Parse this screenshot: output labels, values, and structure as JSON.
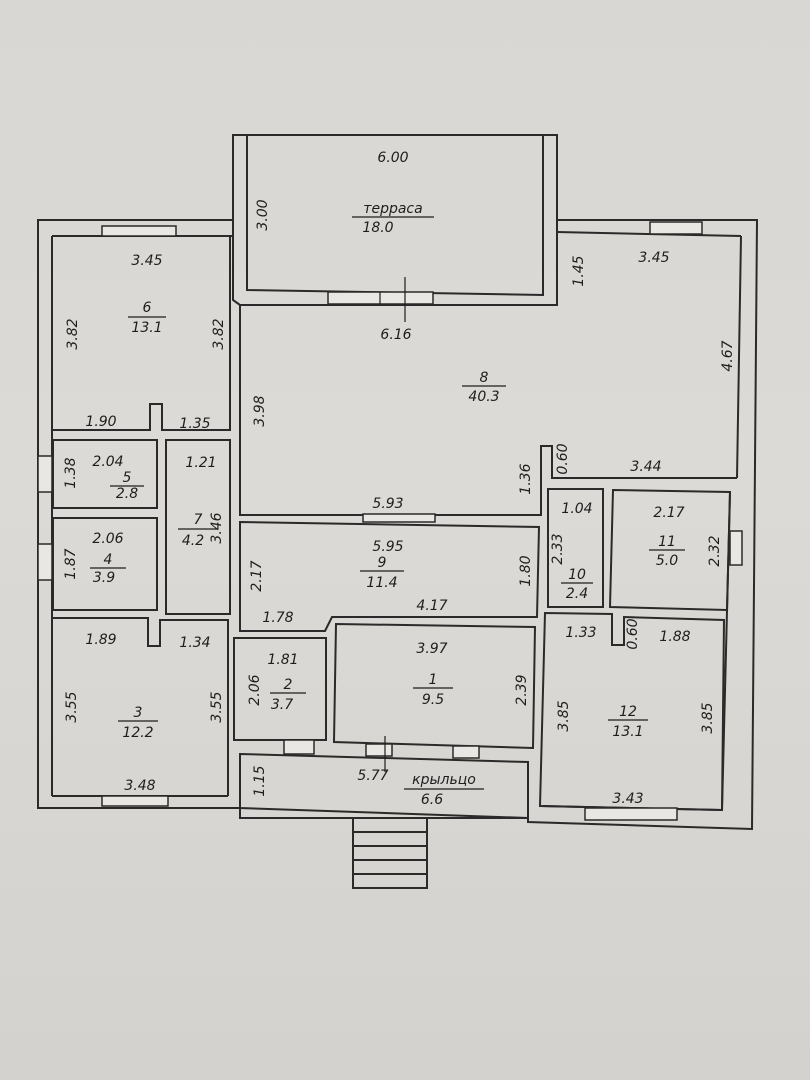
{
  "rooms": [
    {
      "id": "terrace",
      "number": "терраса",
      "area": "18.0"
    },
    {
      "id": "r6",
      "number": "6",
      "area": "13.1"
    },
    {
      "id": "r8",
      "number": "8",
      "area": "40.3"
    },
    {
      "id": "r5",
      "number": "5",
      "area": "2.8"
    },
    {
      "id": "r7",
      "number": "7",
      "area": "4.2"
    },
    {
      "id": "r4",
      "number": "4",
      "area": "3.9"
    },
    {
      "id": "r9",
      "number": "9",
      "area": "11.4"
    },
    {
      "id": "r10",
      "number": "10",
      "area": "2.4"
    },
    {
      "id": "r11",
      "number": "11",
      "area": "5.0"
    },
    {
      "id": "r3",
      "number": "3",
      "area": "12.2"
    },
    {
      "id": "r2",
      "number": "2",
      "area": "3.7"
    },
    {
      "id": "r1",
      "number": "1",
      "area": "9.5"
    },
    {
      "id": "r12",
      "number": "12",
      "area": "13.1"
    },
    {
      "id": "porch",
      "number": "крыльцо",
      "area": "6.6"
    }
  ],
  "dimensions": {
    "terrace_width": "6.00",
    "terrace_depth": "3.00",
    "r6_top": "3.45",
    "r6_left": "3.82",
    "r6_right": "3.82",
    "r6_bottom_a": "1.90",
    "r6_bottom_b": "1.35",
    "r8_right_top": "3.45",
    "r8_left_stub": "1.45",
    "r8_top": "6.16",
    "r8_right": "4.67",
    "r8_left": "3.98",
    "r8_bottom": "5.93",
    "r8_notch_w": "0.60",
    "r8_notch_h": "1.36",
    "r8_bottom_right": "3.44",
    "r5_top": "2.04",
    "r5_left": "1.38",
    "r7_top": "1.21",
    "r7_right": "3.46",
    "r4_top": "2.06",
    "r4_left": "1.87",
    "r9_top": "5.95",
    "r9_left": "2.17",
    "r9_right": "1.80",
    "r9_bottom_left": "1.78",
    "r9_bottom": "4.17",
    "r10_top": "1.04",
    "r10_left": "2.33",
    "r11_top": "2.17",
    "r11_right": "2.32",
    "r3_top_a": "1.89",
    "r3_top_b": "1.34",
    "r3_left": "3.55",
    "r3_right": "3.55",
    "r3_bottom": "3.48",
    "r2_top": "1.81",
    "r2_left": "2.06",
    "r1_top": "3.97",
    "r1_right": "2.39",
    "r12_top_a": "1.33",
    "r12_notch": "0.60",
    "r12_top_b": "1.88",
    "r12_left": "3.85",
    "r12_right": "3.85",
    "r12_bottom": "3.43",
    "porch_width": "5.77",
    "porch_depth": "1.15"
  }
}
